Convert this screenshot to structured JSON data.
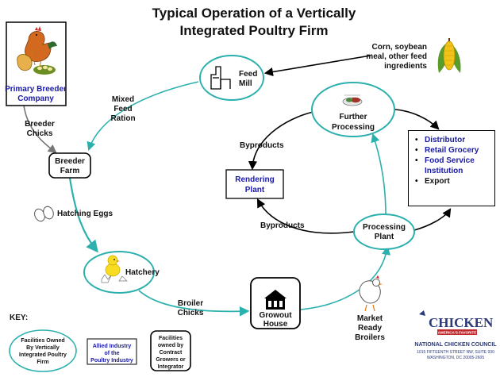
{
  "title": {
    "line1": "Typical Operation of a Vertically",
    "line2": "Integrated Poultry Firm"
  },
  "nodes": {
    "primary_breeder": {
      "line1": "Primary Breeder",
      "line2": "Company"
    },
    "feed_mill": {
      "line1": "Feed",
      "line2": "Mill"
    },
    "breeder_farm": {
      "line1": "Breeder",
      "line2": "Farm"
    },
    "hatchery": {
      "label": "Hatchery"
    },
    "growout_house": {
      "line1": "Growout",
      "line2": "House"
    },
    "processing_plant": {
      "line1": "Processing",
      "line2": "Plant"
    },
    "further_processing": {
      "line1": "Further",
      "line2": "Processing"
    },
    "rendering_plant": {
      "line1": "Rendering",
      "line2": "Plant"
    }
  },
  "flow_labels": {
    "feed_inputs": {
      "line1": "Corn, soybean",
      "line2": "meal, other feed",
      "line3": "ingredients"
    },
    "mixed_feed": {
      "line1": "Mixed",
      "line2": "Feed",
      "line3": "Ration"
    },
    "breeder_chicks": {
      "line1": "Breeder",
      "line2": "Chicks"
    },
    "hatching_eggs": "Hatching Eggs",
    "broiler_chicks": {
      "line1": "Broiler",
      "line2": "Chicks"
    },
    "market_broilers": {
      "line1": "Market",
      "line2": "Ready",
      "line3": "Broilers"
    },
    "byproducts_upper": "Byproducts",
    "byproducts_lower": "Byproducts"
  },
  "distribution": {
    "items": [
      {
        "label": "Distributor",
        "color": "#1a1aa8"
      },
      {
        "label": "Retail Grocery",
        "color": "#1a1aa8"
      },
      {
        "label": "Food Service Institution",
        "color": "#1a1aa8"
      },
      {
        "label": "Export",
        "color": "#111111"
      }
    ]
  },
  "key": {
    "title": "KEY:",
    "owned": {
      "line1": "Facilities Owned",
      "line2": "By Vertically",
      "line3": "Integrated Poultry",
      "line4": "Firm"
    },
    "allied": {
      "line1": "Allied Industry",
      "line2": "of the",
      "line3": "Poultry Industry"
    },
    "contract": {
      "line1": "Facilities",
      "line2": "owned by",
      "line3": "Contract",
      "line4": "Growers or",
      "line5": "Integrator"
    }
  },
  "logo": {
    "brand": "CHICKEN",
    "tagline": "AMERICA'S FAVORITE",
    "org": "NATIONAL CHICKEN COUNCIL",
    "address1": "1015 FIFTEENTH STREET NW, SUITE 930",
    "address2": "WASHINGTON, DC 20005-2605"
  },
  "colors": {
    "flow_arrow": "#2bb0ad",
    "allied_text": "#1a1aa8",
    "outline": "#000000"
  }
}
